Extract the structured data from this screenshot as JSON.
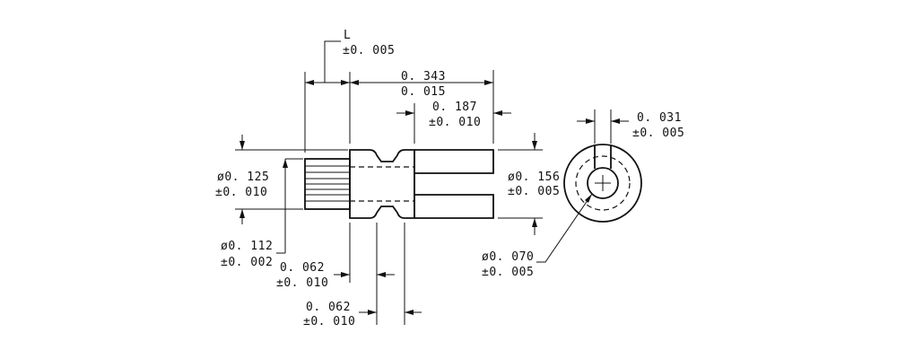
{
  "drawing": {
    "labels": {
      "length_L": {
        "line1": "L",
        "line2": "±0. 005"
      },
      "overall_length": {
        "line1": "0. 343",
        "line2": "0. 015"
      },
      "slot_depth": {
        "line1": "0. 187",
        "line2": "±0. 010"
      },
      "slot_width": {
        "line1": "0. 031",
        "line2": "±0. 005"
      },
      "outer_dia_left": {
        "line1": "ø0. 125",
        "line2": "±0. 010"
      },
      "outer_dia_right": {
        "line1": "ø0. 156",
        "line2": "±0. 005"
      },
      "inner_dia": {
        "line1": "ø0. 112",
        "line2": "±0. 002"
      },
      "collar_width_1": {
        "line1": "0. 062",
        "line2": "±0. 010"
      },
      "collar_width_2": {
        "line1": "0. 062",
        "line2": "±0. 010"
      },
      "hole_dia": {
        "line1": "ø0. 070",
        "line2": "±0. 005"
      }
    }
  }
}
